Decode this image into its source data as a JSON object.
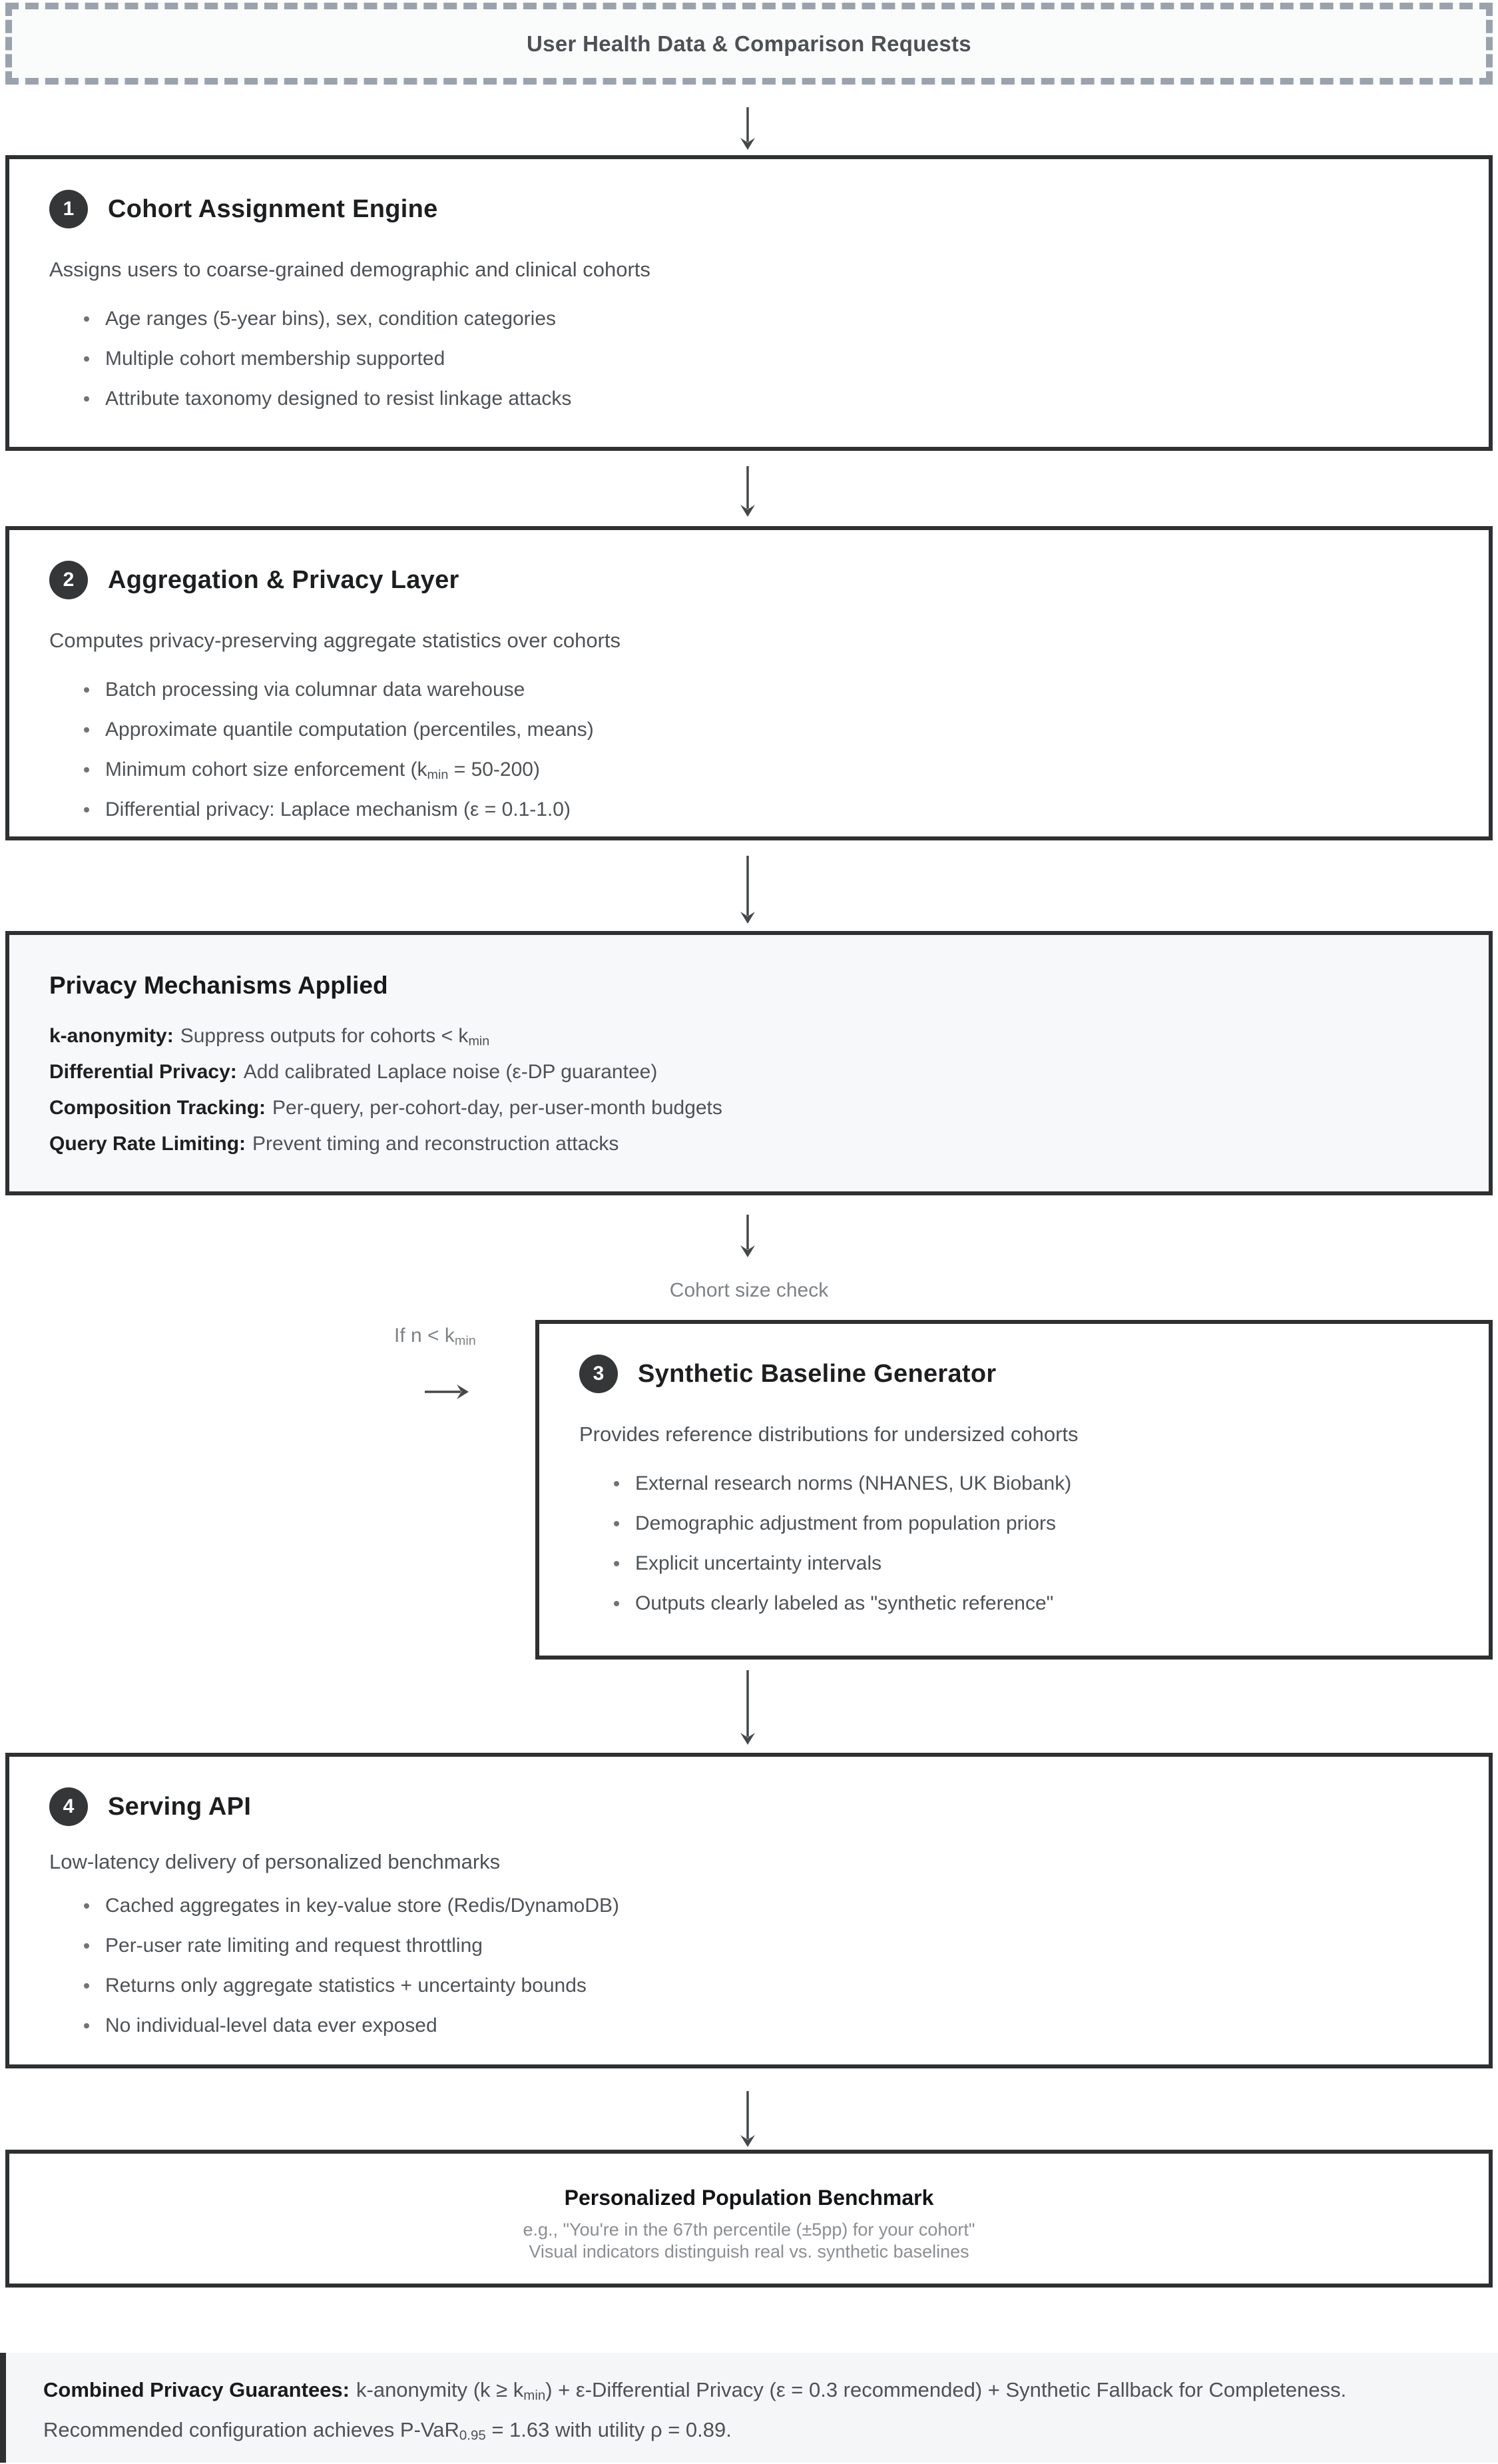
{
  "source_box": {
    "label": "User Health Data & Comparison Requests"
  },
  "steps": [
    {
      "number": "1",
      "title": "Cohort Assignment Engine",
      "description": "Assigns users to coarse-grained demographic and clinical cohorts",
      "bullets": [
        "Age ranges (5-year bins), sex, condition categories",
        "Multiple cohort membership supported",
        "Attribute taxonomy designed to resist linkage attacks"
      ]
    },
    {
      "number": "2",
      "title": "Aggregation & Privacy Layer",
      "description": "Computes privacy-preserving aggregate statistics over cohorts",
      "bullets": [
        "Batch processing via columnar data warehouse",
        "Approximate quantile computation (percentiles, means)",
        [
          {
            "t": "Minimum cohort size enforcement (k"
          },
          {
            "t": "min",
            "sub": true
          },
          {
            "t": " = 50-200)"
          }
        ],
        "Differential privacy: Laplace mechanism (ε = 0.1-1.0)"
      ]
    },
    {
      "number": "3",
      "title": "Synthetic Baseline Generator",
      "description": "Provides reference distributions for undersized cohorts",
      "bullets": [
        "External research norms (NHANES, UK Biobank)",
        "Demographic adjustment from population priors",
        "Explicit uncertainty intervals",
        "Outputs clearly labeled as \"synthetic reference\""
      ]
    },
    {
      "number": "4",
      "title": "Serving API",
      "description": "Low-latency delivery of personalized benchmarks",
      "bullets": [
        "Cached aggregates in key-value store (Redis/DynamoDB)",
        "Per-user rate limiting and request throttling",
        "Returns only aggregate statistics + uncertainty bounds",
        "No individual-level data ever exposed"
      ]
    }
  ],
  "privacy_panel": {
    "title": "Privacy Mechanisms Applied",
    "rows": [
      {
        "label": "k-anonymity:",
        "text": [
          {
            "t": "Suppress outputs for cohorts < k"
          },
          {
            "t": "min",
            "sub": true
          }
        ]
      },
      {
        "label": "Differential Privacy:",
        "text": "Add calibrated Laplace noise (ε-DP guarantee)"
      },
      {
        "label": "Composition Tracking:",
        "text": "Per-query, per-cohort-day, per-user-month budgets"
      },
      {
        "label": "Query Rate Limiting:",
        "text": "Prevent timing and reconstruction attacks"
      }
    ]
  },
  "decision": {
    "check_label": "Cohort size check",
    "branch_label": [
      {
        "t": "If n < k"
      },
      {
        "t": "min",
        "sub": true
      }
    ]
  },
  "output_box": {
    "title": "Personalized Population Benchmark",
    "line1": "e.g., \"You're in the 67th percentile (±5pp) for your cohort\"",
    "line2": "Visual indicators distinguish real vs. synthetic baselines"
  },
  "footer": {
    "label": "Combined Privacy Guarantees:",
    "text": [
      {
        "t": "k-anonymity (k ≥ k"
      },
      {
        "t": "min",
        "sub": true
      },
      {
        "t": ") + ε-Differential Privacy (ε = 0.3 recommended) + Synthetic Fallback for Completeness. Recommended configuration achieves P-VaR"
      },
      {
        "t": "0.95",
        "sub": true
      },
      {
        "t": " = 1.63 with utility ρ = 0.89."
      }
    ]
  },
  "colors": {
    "box_border": "#2e3032",
    "dashed_border": "#9aa3ad",
    "step_circle": "#343637",
    "panel_bg": "#f7f8f9",
    "note_bg": "#f4f6f8",
    "body_text": "#4e5256",
    "muted_text": "#7e8286",
    "arrow": "#45484a"
  }
}
